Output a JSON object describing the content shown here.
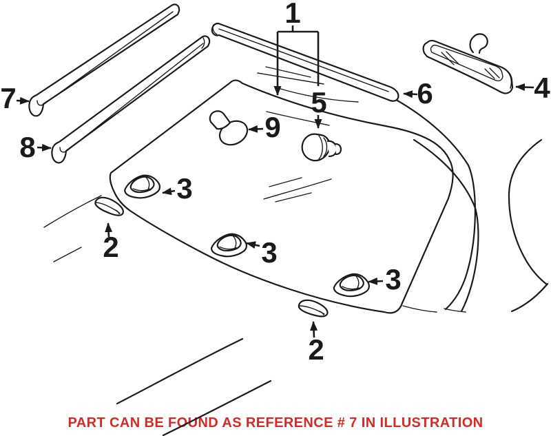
{
  "illustration": {
    "type": "exploded-parts-diagram",
    "background": "#ffffff",
    "line_color": "#1a1a1a",
    "accent_red": "#d62a26",
    "ref_labels": [
      {
        "id": "label-1",
        "text": "1"
      },
      {
        "id": "label-2-left",
        "text": "2"
      },
      {
        "id": "label-2-right",
        "text": "2"
      },
      {
        "id": "label-3-upper",
        "text": "3"
      },
      {
        "id": "label-3-middle",
        "text": "3"
      },
      {
        "id": "label-3-lower",
        "text": "3"
      },
      {
        "id": "label-4",
        "text": "4"
      },
      {
        "id": "label-5",
        "text": "5"
      },
      {
        "id": "label-6",
        "text": "6"
      },
      {
        "id": "label-7",
        "text": "7"
      },
      {
        "id": "label-8",
        "text": "8"
      },
      {
        "id": "label-9",
        "text": "9"
      }
    ],
    "caption": {
      "text": "PART CAN BE FOUND AS REFERENCE # 7 IN ILLUSTRATION",
      "color": "#d62a26"
    }
  }
}
